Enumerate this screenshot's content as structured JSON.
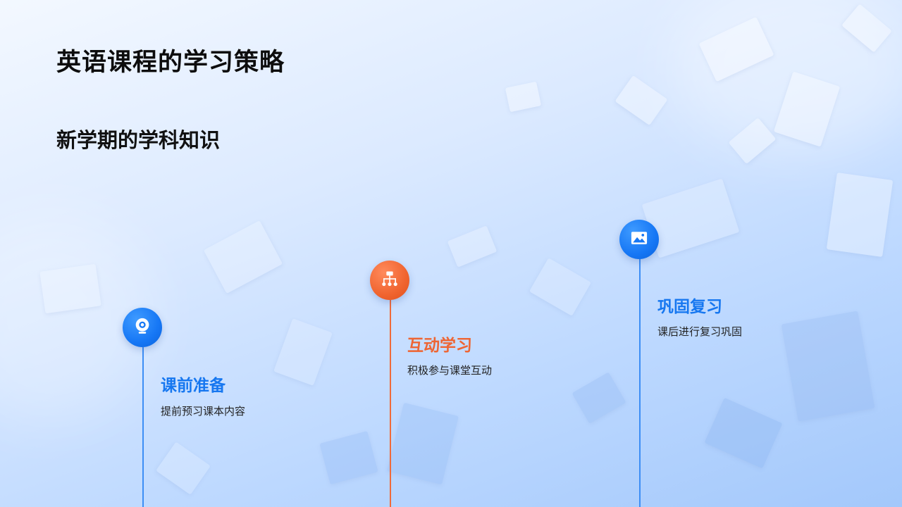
{
  "slide": {
    "title": "英语课程的学习策略",
    "subtitle": "新学期的学科知识"
  },
  "steps": [
    {
      "heading": "课前准备",
      "description": "提前预习课本内容",
      "icon": "webcam-icon",
      "color": "#1677F5"
    },
    {
      "heading": "互动学习",
      "description": "积极参与课堂互动",
      "icon": "sitemap-icon",
      "color": "#F0642F"
    },
    {
      "heading": "巩固复习",
      "description": "课后进行复习巩固",
      "icon": "image-icon",
      "color": "#1677F5"
    }
  ]
}
